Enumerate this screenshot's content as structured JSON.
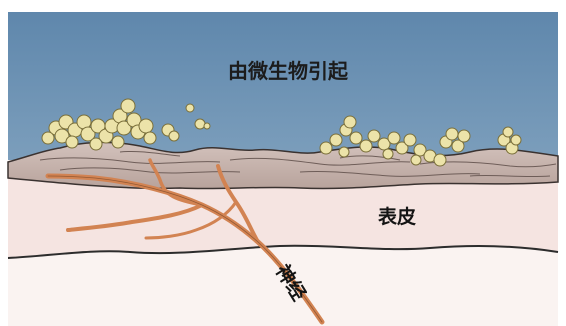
{
  "labels": {
    "microbe": "由微生物引起",
    "epidermis": "表皮",
    "nerve": "神经"
  },
  "colors": {
    "background_sky": "#6f93b4",
    "surface_layer": "#c7b3ad",
    "epidermis": "#f7e8e6",
    "dermis": "#faf3f1",
    "nerve": "#d28352",
    "microbe_clusters": "#ece3a9"
  },
  "icons": {
    "microbe": "microbe-cluster-icon",
    "nerve": "nerve-fiber-icon"
  }
}
